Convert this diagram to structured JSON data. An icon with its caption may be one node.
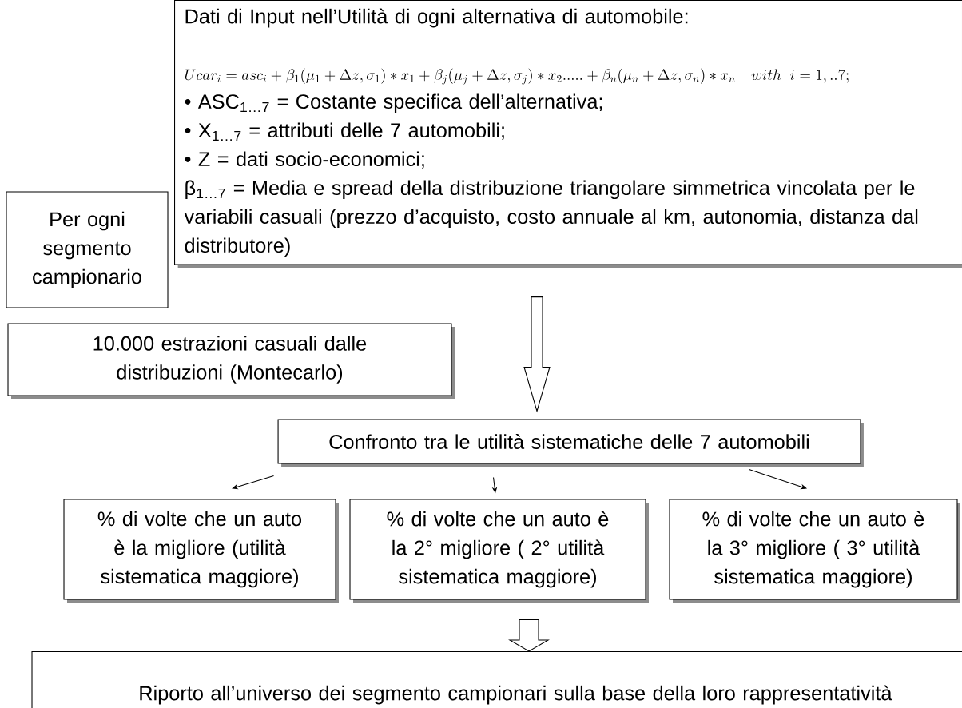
{
  "diagram": {
    "nodes": [
      {
        "text": [
          "Per ogni segmento campionario"
        ]
      },
      {
        "text": [
          "Dati di Input nell’Utilità di ogni alternativa di automobile:",
          "Ucar_i = asc_i + \\beta_1(\\mu_1+\\Delta z,\\sigma_1)*x_1+\\beta_j(\\mu_j+\\Delta z,\\sigma_j)*x_2.....+\\beta_n(\\mu_n+\\Delta z,\\sigma_n)*x_n \\quad with \\;\\; i=1,..7;",
          "• ASC$_{1…7}$ =  Costante specifica dell’alternativa;",
          "• X$_{1…7}$ = attributi delle 7 automobili;",
          "• Z = dati socio-economici;",
          "β$_{1…7}$ = Media e spread della distribuzione triangolare simmetrica vincolata per le variabili casuali (prezzo d’acquisto, costo annuale al km, autonomia, distanza dal distributore)"
        ]
      },
      {
        "text": [
          "10.000 estrazioni casuali dalle distribuzioni (Montecarlo)"
        ]
      },
      {
        "text": [
          "Confronto tra le utilità sistematiche delle 7 automobili"
        ]
      },
      {
        "text": [
          "% di volte che un auto è la migliore (utilità sistematica maggiore)"
        ]
      },
      {
        "text": [
          "% di volte che un auto è la 2° migliore ( 2° utilità sistematica maggiore)"
        ]
      },
      {
        "text": [
          "% di volte che un auto è la 3° migliore ( 3° utilità sistematica maggiore)"
        ]
      },
      {
        "text": [
          "Riporto all’universo dei segmento campionari sulla base della loro rappresentatività"
        ]
      }
    ],
    "edges": [
      {
        "from": 1,
        "to": 3,
        "arrow": "to",
        "style": "thick"
      },
      {
        "from": 3,
        "to": 4,
        "arrow": "to"
      },
      {
        "from": 3,
        "to": 5,
        "arrow": "to"
      },
      {
        "from": 3,
        "to": 6,
        "arrow": "to"
      },
      {
        "from": 5,
        "to": 7,
        "arrow": "to",
        "style": "thick"
      }
    ]
  }
}
